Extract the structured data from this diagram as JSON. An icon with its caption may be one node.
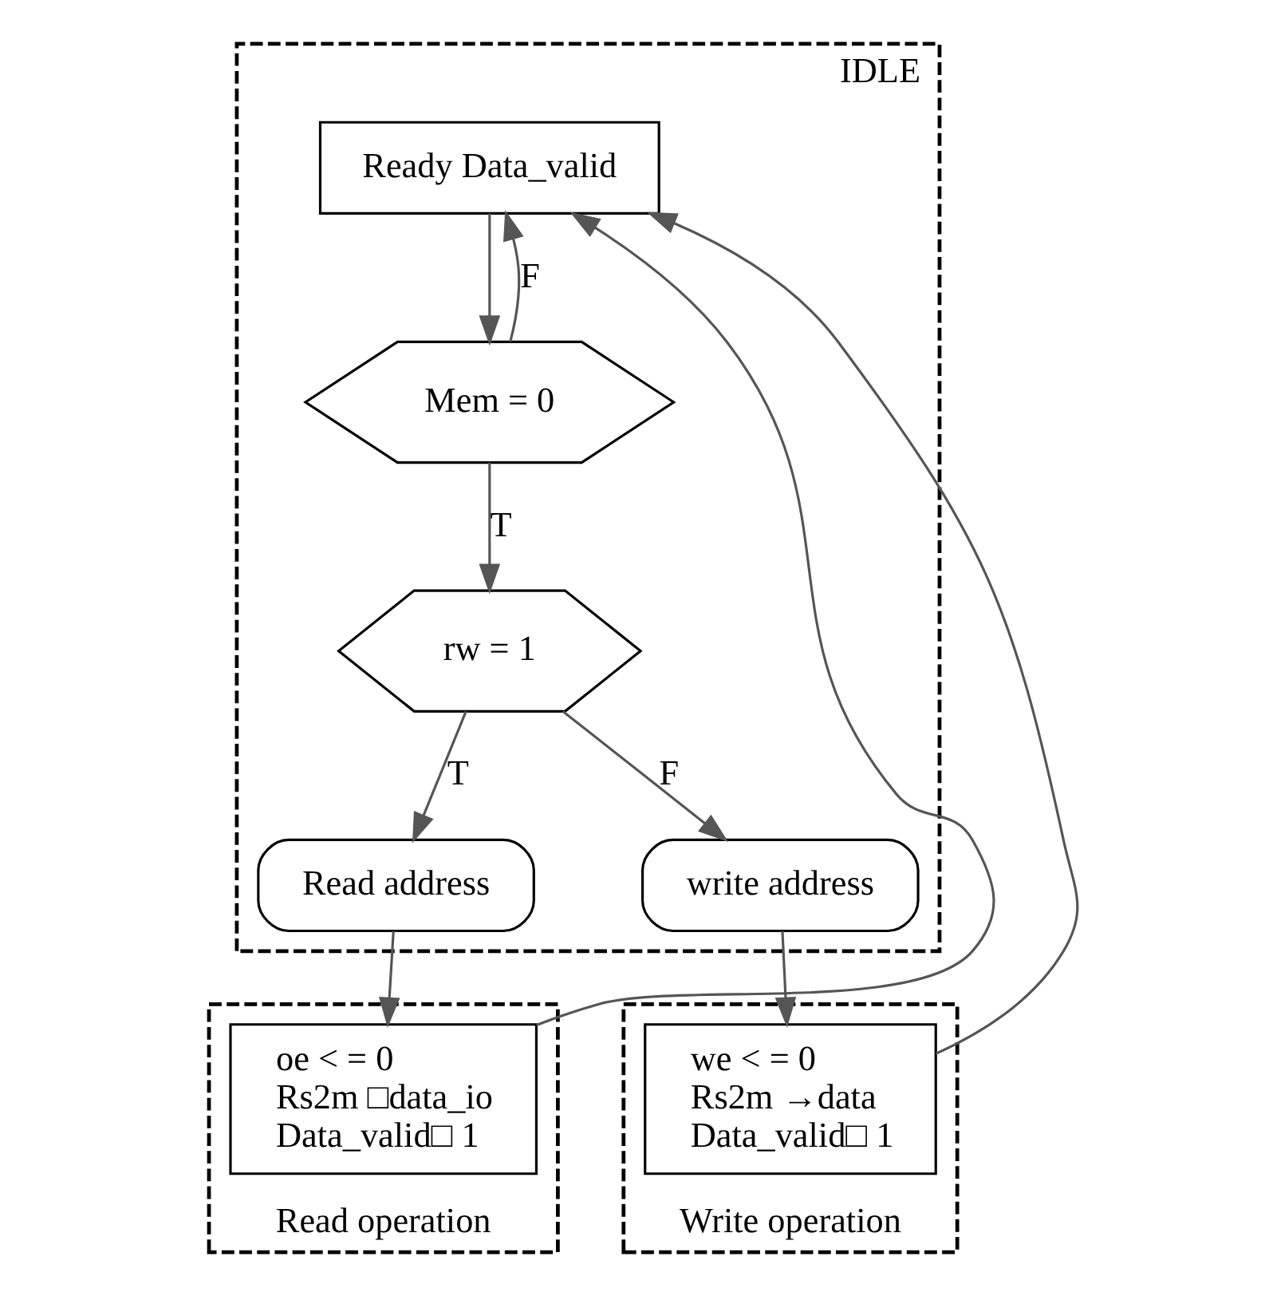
{
  "diagram": {
    "nodes": [
      {
        "text": [
          "IDLE"
        ]
      },
      {
        "text": [
          "Ready Data_valid"
        ],
        "in": 0
      },
      {
        "text": [
          "Mem = 0"
        ],
        "in": 0
      },
      {
        "text": [
          "rw = 1"
        ],
        "in": 0
      },
      {
        "text": [
          "Read address"
        ],
        "in": 0
      },
      {
        "text": [
          "write address"
        ],
        "in": 0
      },
      {
        "text": [
          "Read operation"
        ]
      },
      {
        "text": [
          "oe < = 0",
          "Rs2m □data_io",
          "Data_valid□ 1"
        ],
        "in": 6
      },
      {
        "text": [
          "Write operation"
        ]
      },
      {
        "text": [
          "we < = 0",
          "Rs2m →data",
          "Data_valid□ 1"
        ],
        "in": 8
      }
    ],
    "edges": [
      {
        "from": 1,
        "to": 2,
        "arrow": "to"
      },
      {
        "from": 2,
        "to": 3,
        "label": "T",
        "arrow": "to"
      },
      {
        "from": 3,
        "to": 4,
        "label": "T",
        "arrow": "to"
      },
      {
        "from": 3,
        "to": 5,
        "label": "F",
        "arrow": "to"
      },
      {
        "from": 4,
        "to": 7,
        "arrow": "to"
      },
      {
        "from": 5,
        "to": 9,
        "arrow": "to"
      },
      {
        "from": 2,
        "to": 1,
        "label": "F",
        "arrow": "to"
      },
      {
        "from": 7,
        "to": 1,
        "arrow": "to"
      },
      {
        "from": 9,
        "to": 1,
        "arrow": "to"
      }
    ]
  }
}
